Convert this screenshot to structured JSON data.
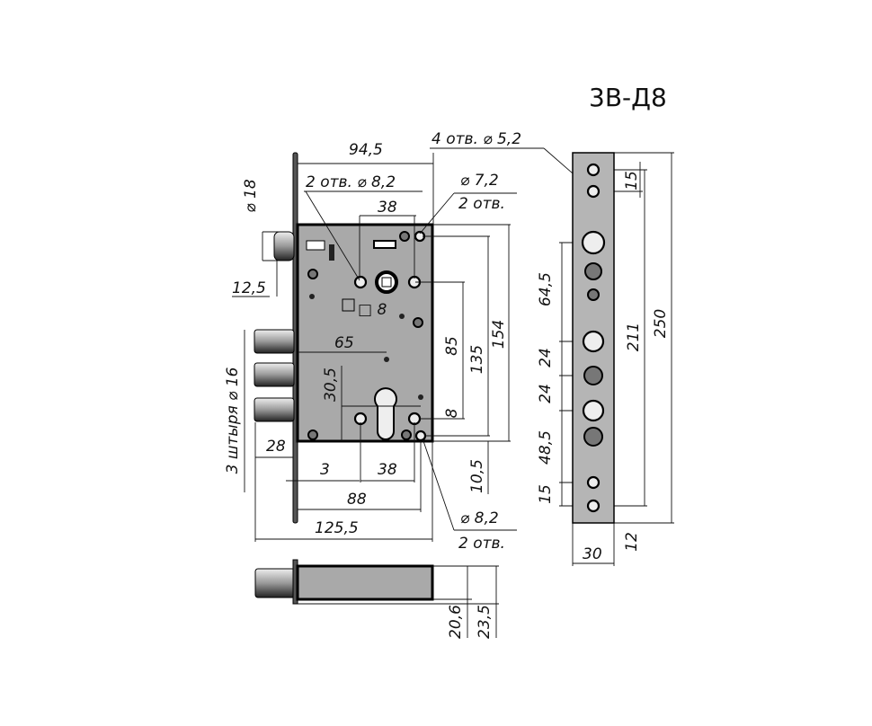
{
  "title": "3В-Д8",
  "labels": {
    "front_width": "94,5",
    "holes_8_2_top": "2 отв. ⌀ 8,2",
    "holes_7_2_dia": "⌀ 7,2",
    "holes_7_2_count": "2 отв.",
    "spindle_spacing": "38",
    "latch_dia": "⌀ 18",
    "latch_offset": "12,5",
    "spindle_square": "□ 8",
    "backset": "65",
    "cyl_offset": "30,5",
    "center_distance": "85",
    "height_135": "135",
    "height_154": "154",
    "cyl_8": "8",
    "bolt_throw": "28",
    "dim_3": "3",
    "bottom_spacing": "38",
    "dim_88": "88",
    "dim_10_5": "10,5",
    "holes_8_2_bottom_dia": "⌀ 8,2",
    "holes_8_2_bottom_count": "2 отв.",
    "overall_width": "125,5",
    "bolts": "3 штыря ⌀ 16",
    "strip_holes": "4 отв. ⌀ 5,2",
    "strip_15_top": "15",
    "strip_64_5": "64,5",
    "strip_24_a": "24",
    "strip_24_b": "24",
    "strip_48_5": "48,5",
    "strip_15_bottom": "15",
    "strip_211": "211",
    "strip_250": "250",
    "strip_width": "30",
    "strip_12": "12",
    "depth_20_6": "20,6",
    "depth_23_5": "23,5"
  }
}
